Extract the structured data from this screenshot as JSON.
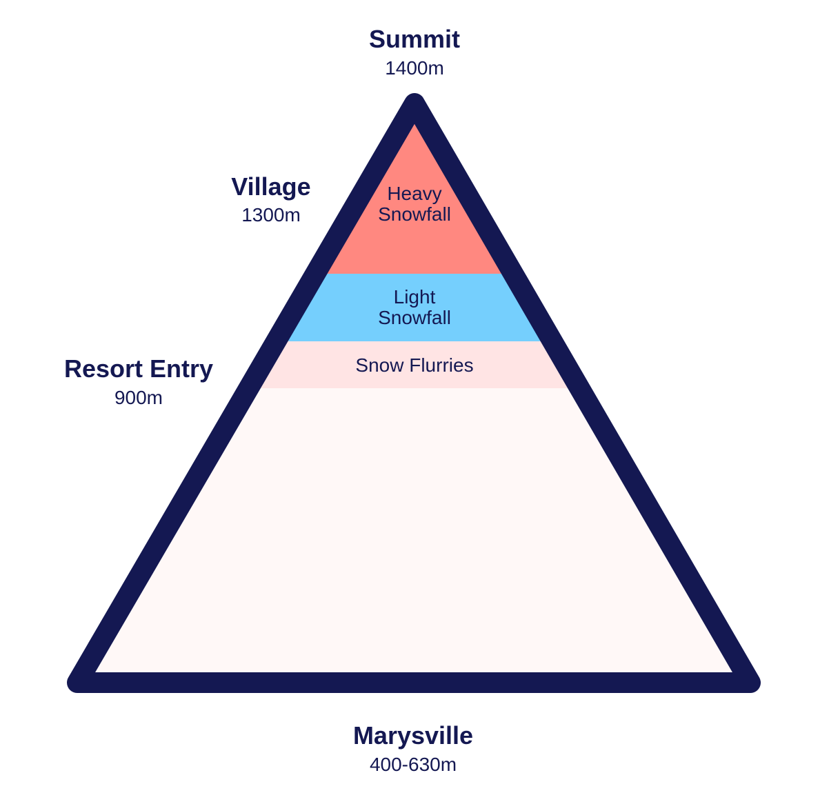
{
  "colors": {
    "outline": "#141852",
    "text": "#141852",
    "base_fill": "#fff8f7",
    "heavy": "#ff8880",
    "light": "#75cffd",
    "flurries": "#ffe4e4"
  },
  "labels": {
    "summit": {
      "name": "Summit",
      "elevation": "1400m"
    },
    "village": {
      "name": "Village",
      "elevation": "1300m"
    },
    "resort_entry": {
      "name": "Resort Entry",
      "elevation": "900m"
    },
    "marysville": {
      "name": "Marysville",
      "elevation": "400-630m"
    }
  },
  "bands": {
    "heavy": {
      "line1": "Heavy",
      "line2": "Snowfall"
    },
    "light": {
      "line1": "Light",
      "line2": "Snowfall"
    },
    "flurries": {
      "line1": "Snow Flurries"
    }
  }
}
